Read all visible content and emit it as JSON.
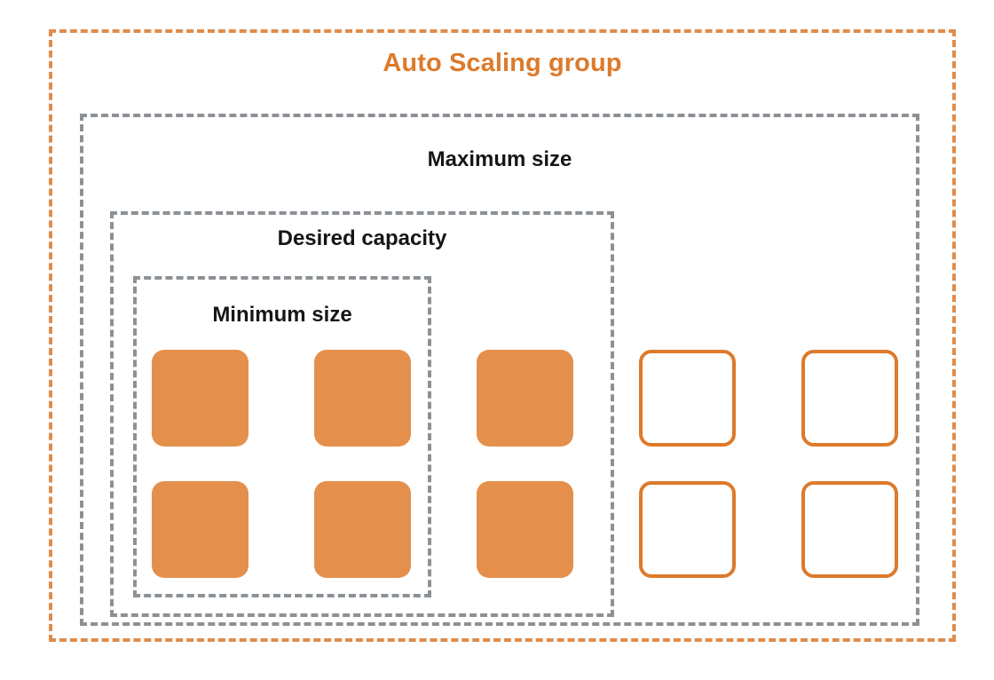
{
  "diagram": {
    "title": "Auto Scaling group",
    "accent_orange": "#DD7A2B",
    "fill_orange": "#E4904C",
    "border_orange": "#E08C4B",
    "border_gray": "#8C9196",
    "text_black": "#161616",
    "boundaries": [
      {
        "id": "asg",
        "label": "Auto Scaling group",
        "style": "dashed",
        "color": "#E08C4B",
        "label_color": "#DD7A2B"
      },
      {
        "id": "maximum-size",
        "label": "Maximum size",
        "style": "dashed",
        "color": "#8C9196",
        "label_color": "#161616"
      },
      {
        "id": "desired-capacity",
        "label": "Desired capacity",
        "style": "dashed",
        "color": "#8C9196",
        "label_color": "#161616"
      },
      {
        "id": "minimum-size",
        "label": "Minimum size",
        "style": "dashed",
        "color": "#8C9196",
        "label_color": "#161616"
      }
    ],
    "instances": {
      "columns": 5,
      "rows": 2,
      "column_x": [
        171,
        354,
        537,
        720,
        903
      ],
      "row_y": [
        394,
        542
      ],
      "states": [
        [
          "filled",
          "filled",
          "filled",
          "outline",
          "outline"
        ],
        [
          "filled",
          "filled",
          "filled",
          "outline",
          "outline"
        ]
      ],
      "filled_count": 6,
      "outline_count": 4,
      "total_count": 10
    }
  }
}
